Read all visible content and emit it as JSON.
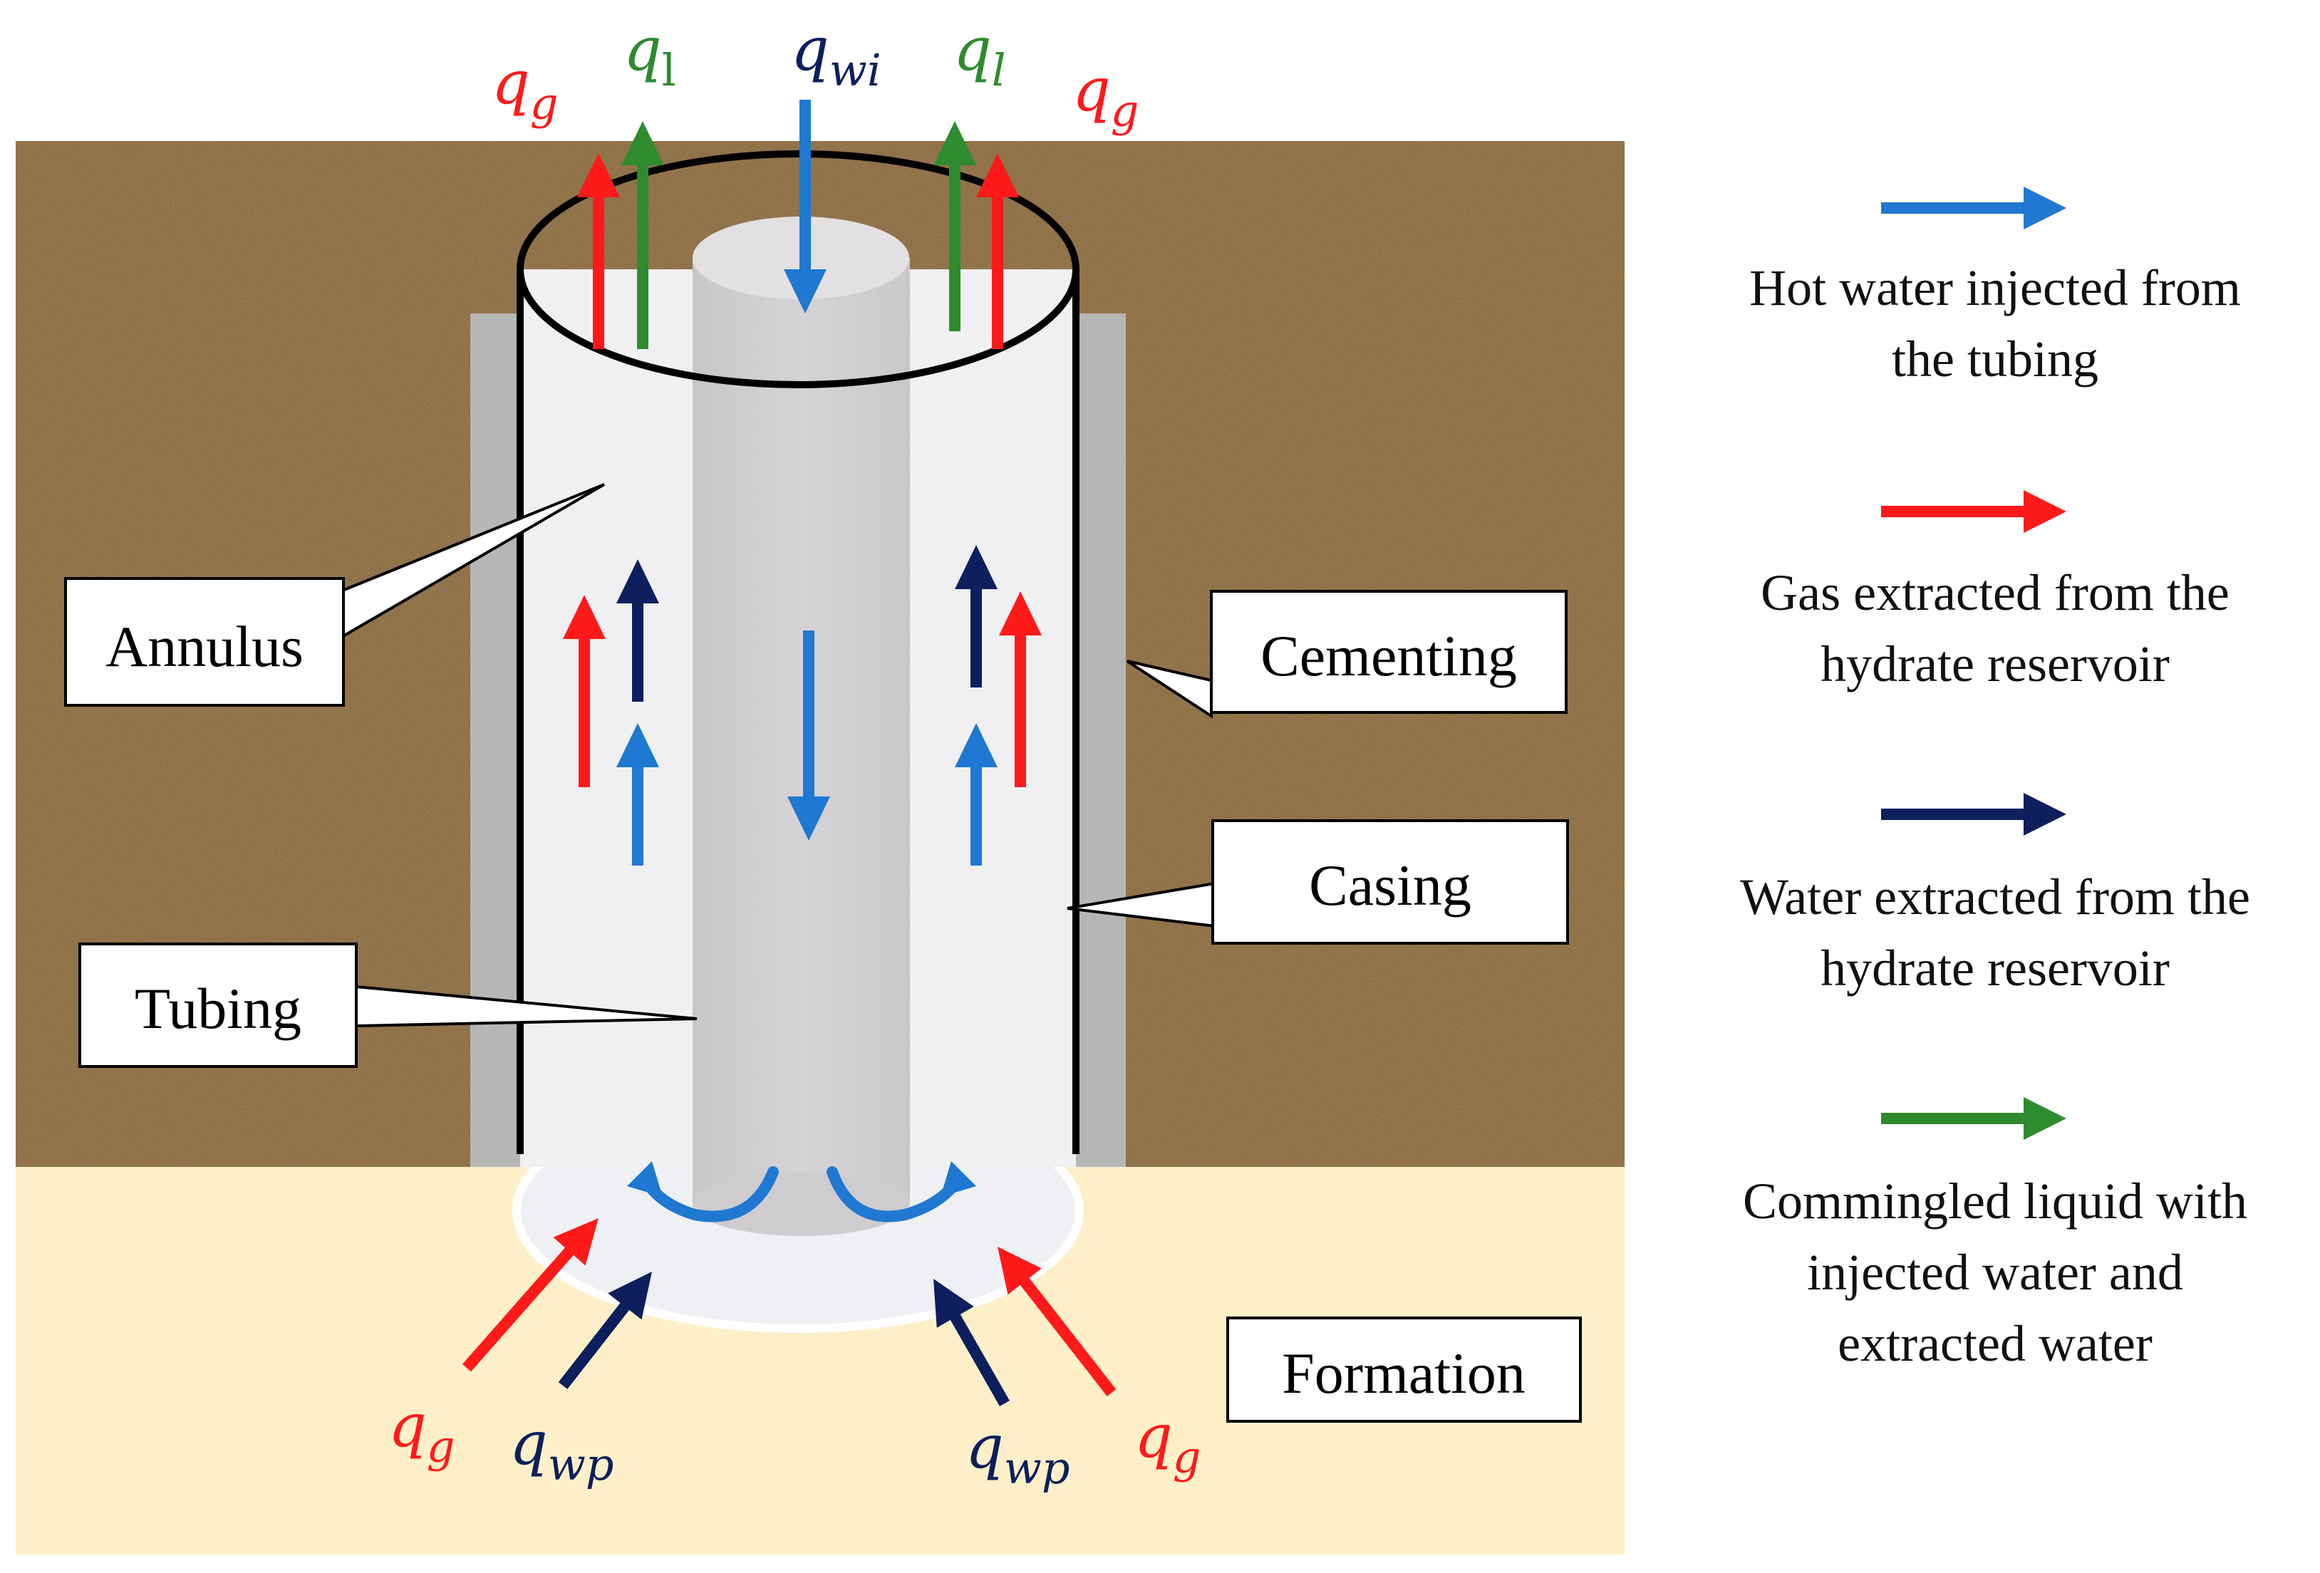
{
  "labels": {
    "annulus": "Annulus",
    "cementing": "Cementing",
    "casing": "Casing",
    "tubing": "Tubing",
    "formation": "Formation"
  },
  "flow_symbols": {
    "gas": {
      "base": "q",
      "sub": "g"
    },
    "liquid_left": {
      "base": "q",
      "sub": "l"
    },
    "liquid_right": {
      "base": "q",
      "sub": "l"
    },
    "water_injected": {
      "base": "q",
      "sub": "wi"
    },
    "water_produced": {
      "base": "q",
      "sub": "wp"
    }
  },
  "legend": [
    {
      "color": "#1f78d1",
      "line1": "Hot water injected from",
      "line2": "the tubing",
      "line3": ""
    },
    {
      "color": "#ff1a1a",
      "line1": "Gas extracted from the",
      "line2": "hydrate reservoir",
      "line3": ""
    },
    {
      "color": "#0d1f5c",
      "line1": "Water extracted from the",
      "line2": "hydrate reservoir",
      "line3": ""
    },
    {
      "color": "#2e8b2e",
      "line1": "Commingled liquid with",
      "line2": "injected water and",
      "line3": "extracted water"
    }
  ],
  "colors": {
    "gas": "#ff1a1a",
    "liquid": "#2e8b2e",
    "hot_water": "#1f78d1",
    "produced_water": "#0d1f5c",
    "soil": "#8a6a3f",
    "formation": "#fdf0c8",
    "cementing": "#b5b5b5",
    "tubing": "#d4d1d4",
    "casing_fill": "#f0f0f2"
  }
}
